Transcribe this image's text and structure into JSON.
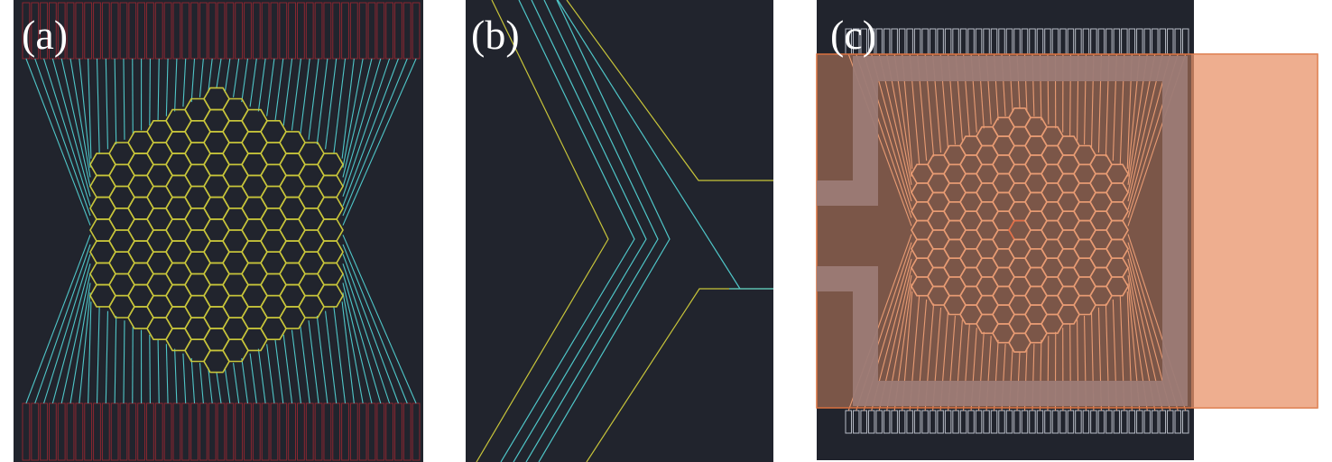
{
  "panels": [
    {
      "label": "(a)"
    },
    {
      "label": "(b)"
    },
    {
      "label": "(c)"
    }
  ],
  "colors": {
    "background": "#21242d",
    "hex_grid": "#c8c53a",
    "traces": "#4fc6c8",
    "pads": "#8a2630",
    "pads_c": "#b8bcc6",
    "overlay": "#e8946a",
    "frame": "#9c7b76",
    "hex_grid_c": "#e8a07a",
    "highlight_cell": "#e0502a"
  },
  "grid": {
    "rings": 6,
    "pad_count": 45
  }
}
